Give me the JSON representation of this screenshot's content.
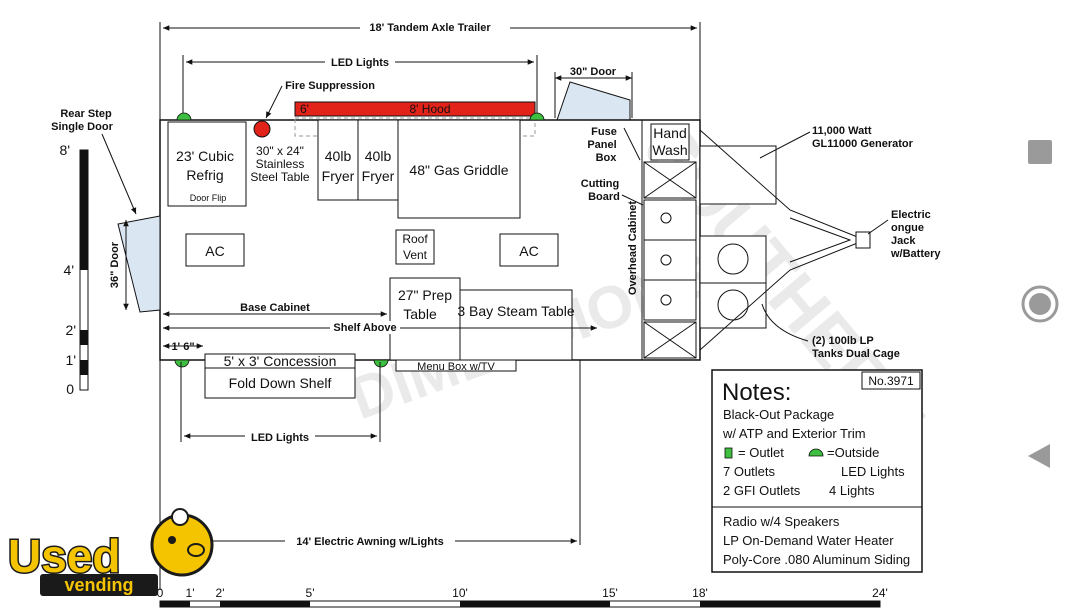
{
  "dimensions": {
    "overall": "18' Tandem Axle Trailer",
    "led_top": "LED Lights",
    "door_30": "30\" Door",
    "rear_step": "Rear Step",
    "single_door": "Single Door",
    "door_36": "36\" Door",
    "base_cabinet": "Base Cabinet",
    "shelf_above": "Shelf Above",
    "offset": "1' 6\"",
    "led_bottom": "LED Lights",
    "awning": "14' Electric Awning w/Lights"
  },
  "equipment": {
    "fire_suppression": "Fire Suppression",
    "hood_small": "6'",
    "hood": "8' Hood",
    "refrig_line1": "23' Cubic",
    "refrig_line2": "Refrig",
    "door_flip": "Door Flip",
    "steel_table_line1": "30\" x 24\"",
    "steel_table_line2": "Stainless",
    "steel_table_line3": "Steel Table",
    "fryer1_num": "40lb",
    "fryer1_name": "Fryer",
    "fryer2_num": "40lb",
    "fryer2_name": "Fryer",
    "griddle": "48\" Gas Griddle",
    "ac_left": "AC",
    "roof_vent_line1": "Roof",
    "roof_vent_line2": "Vent",
    "ac_right": "AC",
    "prep_line1": "27\" Prep",
    "prep_line2": "Table",
    "steam_table": "3 Bay Steam Table",
    "concession": "5' x 3' Concession",
    "fold_shelf": "Fold Down Shelf",
    "menu_box": "Menu Box w/TV",
    "fuse_line1": "Fuse",
    "fuse_line2": "Panel",
    "fuse_line3": "Box",
    "cutting_line1": "Cutting",
    "cutting_line2": "Board",
    "overhead": "Overhead Cabinet",
    "hand_line1": "Hand",
    "hand_line2": "Wash",
    "generator_line1": "11,000 Watt",
    "generator_line2": "GL11000 Generator",
    "jack_line1": "Electric",
    "jack_line2": "ongue",
    "jack_line3": "Jack",
    "jack_line4": "w/Battery",
    "tanks_line1": "(2) 100lb LP",
    "tanks_line2": "Tanks Dual Cage"
  },
  "scale_vertical": [
    "8'",
    "4'",
    "2'",
    "1'",
    "0"
  ],
  "scale_horizontal": [
    "0",
    "1'",
    "2'",
    "5'",
    "10'",
    "15'",
    "18'",
    "24'"
  ],
  "notes": {
    "title": "Notes:",
    "number": "No.3971",
    "line1": "Black-Out Package",
    "line2": "w/ ATP and Exterior Trim",
    "outlet_legend": "= Outlet",
    "outside_legend": "=Outside",
    "outlets": "7 Outlets",
    "led_lights": "LED Lights",
    "gfi": "2 GFI Outlets",
    "four_lights": "4 Lights",
    "radio": "Radio w/4 Speakers",
    "heater": "LP On-Demand Water Heater",
    "siding": "Poly-Core .080 Aluminum Siding"
  },
  "logo": {
    "used": "Used",
    "vending": "vending"
  },
  "colors": {
    "hood": "#e2231a",
    "outlet": "#3fbf3f",
    "logo_yellow": "#f5c400",
    "logo_dark": "#1a1a1a"
  },
  "nav": {
    "recents": "square-icon",
    "home": "circle-icon",
    "back": "triangle-icon"
  }
}
